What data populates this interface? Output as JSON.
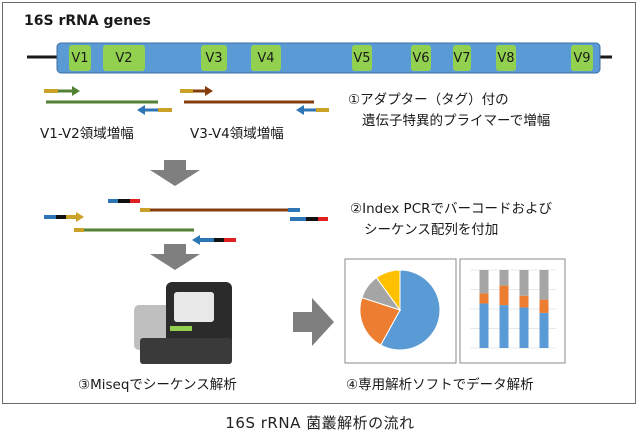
{
  "gene": {
    "title": "16S rRNA genes",
    "regions": [
      "V1",
      "V2",
      "V3",
      "V4",
      "V5",
      "V6",
      "V7",
      "V8",
      "V9"
    ]
  },
  "amplicons": {
    "v1v2_label": "V1-V2領域増幅",
    "v3v4_label": "V3-V4領域増幅"
  },
  "steps": {
    "step1_line1": "①アダプター（タグ）付の",
    "step1_line2": "遺伝子特異的プライマーで増幅",
    "step2_line1": "②Index PCRでバーコードおよび",
    "step2_line2": "シーケンス配列を付加",
    "step3": "③Miseqでシーケンス解析",
    "step4": "④専用解析ソフトでデータ解析"
  },
  "caption": "16S rRNA 菌叢解析の流れ",
  "colors": {
    "gene_bar": "#5b9bd5",
    "region": "#92d050",
    "green_strand": "#548235",
    "brown_strand": "#843c0c",
    "gold": "#c9a227",
    "blue": "#2e75b6",
    "red": "#e02020",
    "pie_blue": "#5b9bd5",
    "pie_orange": "#ed7d31",
    "pie_gray": "#a5a5a5",
    "pie_yellow": "#ffc000"
  },
  "chart_data": [
    {
      "type": "pie",
      "values": [
        58,
        22,
        10,
        10
      ]
    },
    {
      "type": "bar",
      "stacked": true,
      "categories": [
        "",
        "",
        "",
        ""
      ],
      "series": [
        {
          "values": [
            57,
            55,
            52,
            45
          ]
        },
        {
          "values": [
            13,
            25,
            15,
            17
          ]
        },
        {
          "values": [
            30,
            20,
            33,
            38
          ]
        }
      ]
    }
  ]
}
